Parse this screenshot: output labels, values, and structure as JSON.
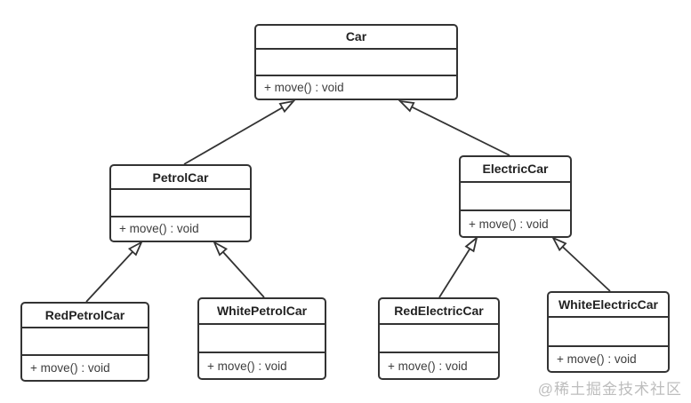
{
  "diagram": {
    "type": "uml-class-diagram",
    "classes": [
      {
        "name": "Car",
        "attributes": "",
        "method": "+ move() : void"
      },
      {
        "name": "PetrolCar",
        "attributes": "",
        "method": "+ move() : void"
      },
      {
        "name": "ElectricCar",
        "attributes": "",
        "method": "+ move() : void"
      },
      {
        "name": "RedPetrolCar",
        "attributes": "",
        "method": "+ move() : void"
      },
      {
        "name": "WhitePetrolCar",
        "attributes": "",
        "method": "+ move() : void"
      },
      {
        "name": "RedElectricCar",
        "attributes": "",
        "method": "+ move() : void"
      },
      {
        "name": "WhiteElectricCar",
        "attributes": "",
        "method": "+ move() : void"
      }
    ],
    "edges": [
      {
        "from": "PetrolCar",
        "to": "Car",
        "type": "generalization"
      },
      {
        "from": "ElectricCar",
        "to": "Car",
        "type": "generalization"
      },
      {
        "from": "RedPetrolCar",
        "to": "PetrolCar",
        "type": "generalization"
      },
      {
        "from": "WhitePetrolCar",
        "to": "PetrolCar",
        "type": "generalization"
      },
      {
        "from": "RedElectricCar",
        "to": "ElectricCar",
        "type": "generalization"
      },
      {
        "from": "WhiteElectricCar",
        "to": "ElectricCar",
        "type": "generalization"
      }
    ],
    "colors": {
      "line": "#333333",
      "box_background": "#ffffff",
      "text": "#2b2b2b",
      "watermark": "#bdbdbd"
    }
  },
  "watermark": {
    "text": "@稀土掘金技术社区"
  }
}
